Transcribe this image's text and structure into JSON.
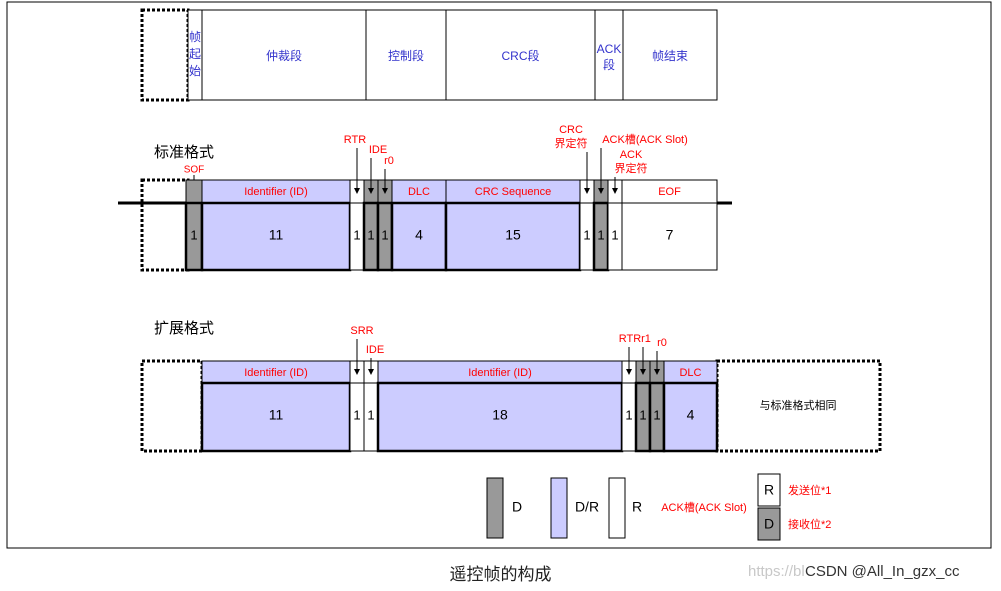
{
  "caption": "遥控帧的构成",
  "watermark": {
    "faint": "https://bl",
    "strong": "CSDN @All_In_gzx_cc"
  },
  "colors": {
    "id_fill": "#ccccff",
    "gray_fill": "#999999",
    "white_fill": "#ffffff",
    "label_red": "#ff0000",
    "label_blue": "#3333cc",
    "line": "#000000"
  },
  "overview": {
    "segments": [
      {
        "id": "sof",
        "label": "帧起始"
      },
      {
        "id": "arb",
        "label": "仲裁段"
      },
      {
        "id": "ctrl",
        "label": "控制段"
      },
      {
        "id": "crc",
        "label": "CRC段"
      },
      {
        "id": "ack",
        "label": "ACK段"
      },
      {
        "id": "eof",
        "label": "帧结束"
      }
    ]
  },
  "standard": {
    "title": "标准格式",
    "sof_label": "SOF",
    "fields": [
      {
        "id": "sof",
        "label": "",
        "bits": "1",
        "fill": "gray"
      },
      {
        "id": "identifier",
        "label": "Identifier (ID)",
        "bits": "11",
        "fill": "id"
      },
      {
        "id": "rtr",
        "label": "",
        "bits": "1",
        "fill": "white"
      },
      {
        "id": "ide",
        "label": "",
        "bits": "1",
        "fill": "gray"
      },
      {
        "id": "r0",
        "label": "",
        "bits": "1",
        "fill": "gray"
      },
      {
        "id": "dlc",
        "label": "DLC",
        "bits": "4",
        "fill": "id"
      },
      {
        "id": "crc-seq",
        "label": "CRC Sequence",
        "bits": "15",
        "fill": "id"
      },
      {
        "id": "crc-delim",
        "label": "",
        "bits": "1",
        "fill": "white"
      },
      {
        "id": "ack-slot",
        "label": "",
        "bits": "1",
        "fill": "gray"
      },
      {
        "id": "ack-delim",
        "label": "",
        "bits": "1",
        "fill": "white"
      },
      {
        "id": "eof",
        "label": "EOF",
        "bits": "7",
        "fill": "white"
      }
    ],
    "markers": [
      {
        "id": "rtr",
        "lines": [
          "RTR"
        ]
      },
      {
        "id": "ide",
        "lines": [
          "IDE"
        ]
      },
      {
        "id": "r0",
        "lines": [
          "r0"
        ]
      },
      {
        "id": "crc-delim",
        "lines": [
          "CRC",
          "界定符"
        ]
      },
      {
        "id": "ack-slot",
        "lines": [
          "ACK槽(ACK Slot)"
        ]
      },
      {
        "id": "ack-delim",
        "lines": [
          "ACK",
          "界定符"
        ]
      }
    ]
  },
  "extended": {
    "title": "扩展格式",
    "same_as_standard": "与标准格式相同",
    "fields": [
      {
        "id": "identifier-a",
        "label": "Identifier (ID)",
        "bits": "11",
        "fill": "id"
      },
      {
        "id": "srr",
        "label": "",
        "bits": "1",
        "fill": "white"
      },
      {
        "id": "ide",
        "label": "",
        "bits": "1",
        "fill": "white"
      },
      {
        "id": "identifier-b",
        "label": "Identifier (ID)",
        "bits": "18",
        "fill": "id"
      },
      {
        "id": "rtr",
        "label": "",
        "bits": "1",
        "fill": "white"
      },
      {
        "id": "r1",
        "label": "",
        "bits": "1",
        "fill": "gray"
      },
      {
        "id": "r0",
        "label": "",
        "bits": "1",
        "fill": "gray"
      },
      {
        "id": "dlc",
        "label": "DLC",
        "bits": "4",
        "fill": "id"
      }
    ],
    "markers": [
      {
        "id": "srr",
        "lines": [
          "SRR"
        ]
      },
      {
        "id": "ide",
        "lines": [
          "IDE"
        ]
      },
      {
        "id": "rtr",
        "lines": [
          "RTR"
        ]
      },
      {
        "id": "r1",
        "lines": [
          "r1"
        ]
      },
      {
        "id": "r0",
        "lines": [
          "r0"
        ]
      }
    ]
  },
  "legend": {
    "items": [
      {
        "id": "dominant",
        "label": "D",
        "fill": "gray"
      },
      {
        "id": "dominant-recessive",
        "label": "D/R",
        "fill": "id"
      },
      {
        "id": "recessive",
        "label": "R",
        "fill": "white"
      }
    ],
    "ack_title": "ACK槽(ACK Slot)",
    "ack_rows": [
      {
        "id": "send",
        "letter": "R",
        "note": "发送位*1",
        "fill": "white"
      },
      {
        "id": "recv",
        "letter": "D",
        "note": "接收位*2",
        "fill": "gray"
      }
    ]
  }
}
